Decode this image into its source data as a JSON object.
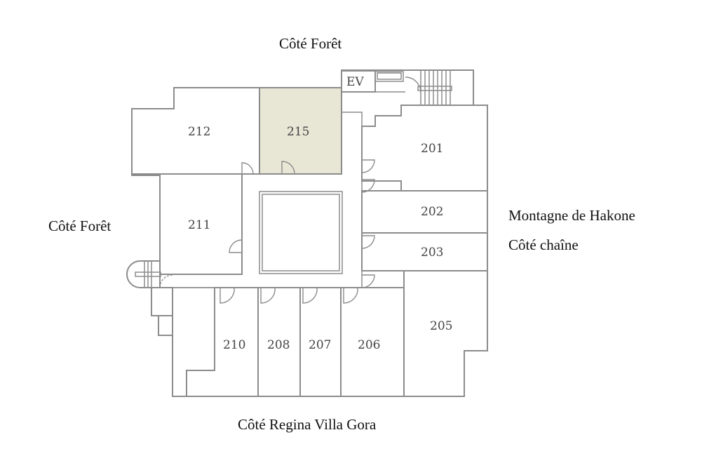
{
  "labels": {
    "north": "Côté Forêt",
    "west": "Côté Forêt",
    "east_line1": "Montagne de Hakone",
    "east_line2": "Côté chaîne",
    "south": "Côté Regina Villa Gora",
    "elevator": "EV"
  },
  "rooms": {
    "r201": "201",
    "r202": "202",
    "r203": "203",
    "r205": "205",
    "r206": "206",
    "r207": "207",
    "r208": "208",
    "r210": "210",
    "r211": "211",
    "r212": "212",
    "r215": "215"
  },
  "colors": {
    "highlight": "#e8e6d5",
    "wall": "#8c8c8c"
  }
}
